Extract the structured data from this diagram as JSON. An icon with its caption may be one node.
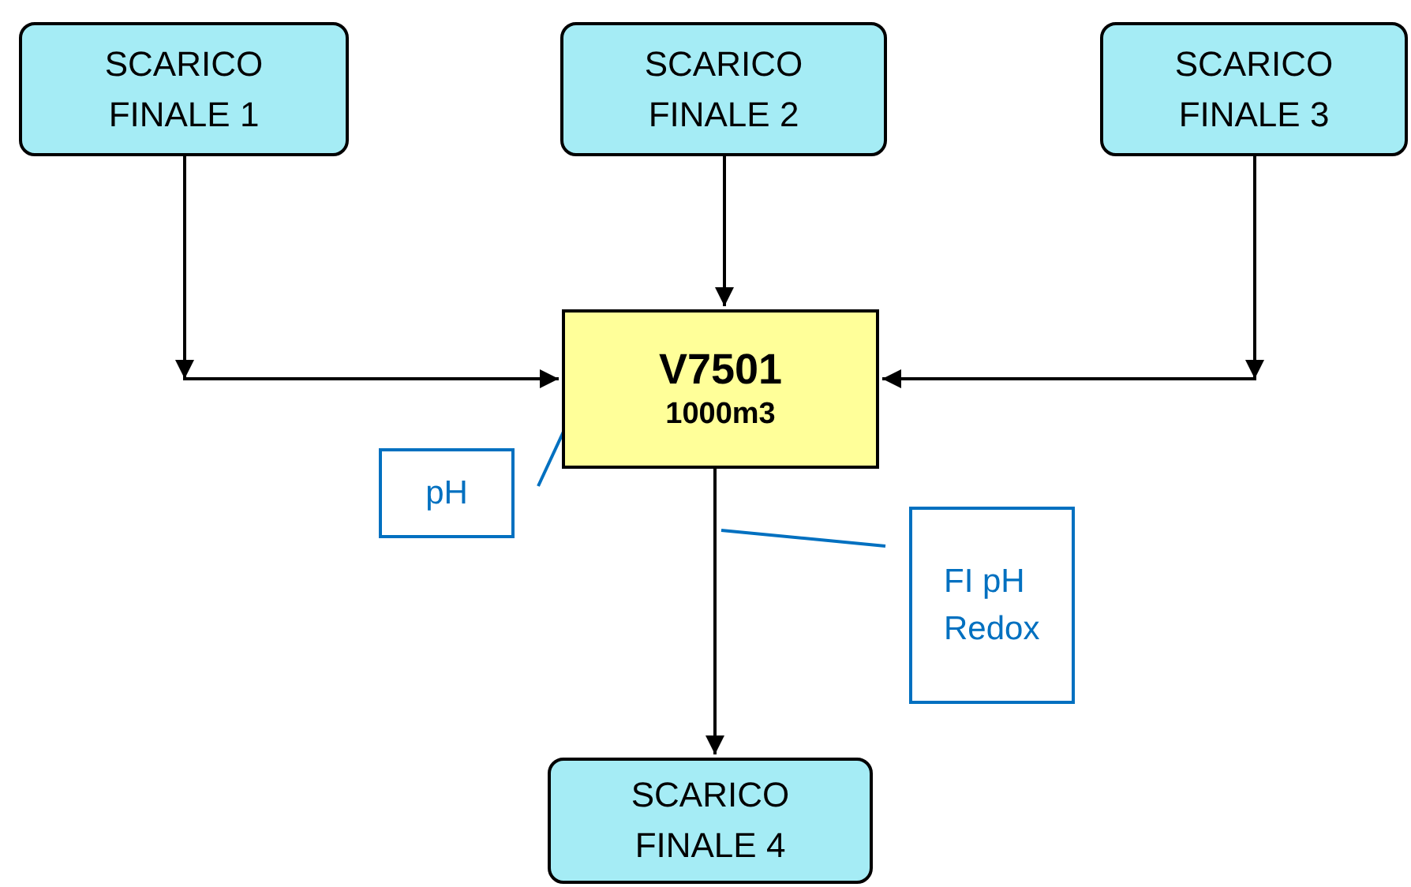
{
  "diagram": {
    "nodes": [
      {
        "text": [
          "SCARICO FINALE 1"
        ]
      },
      {
        "text": [
          "SCARICO FINALE 2"
        ]
      },
      {
        "text": [
          "SCARICO FINALE 3"
        ]
      },
      {
        "text": [
          "V7501",
          "1000m3"
        ]
      },
      {
        "text": [
          "pH"
        ]
      },
      {
        "text": [
          "FI pH Redox"
        ]
      },
      {
        "text": [
          "SCARICO FINALE 4"
        ]
      }
    ],
    "edges": [
      {
        "from": 0,
        "to": 3,
        "arrow": "to"
      },
      {
        "from": 1,
        "to": 3,
        "arrow": "to"
      },
      {
        "from": 2,
        "to": 3,
        "arrow": "to"
      },
      {
        "from": 3,
        "to": 6,
        "arrow": "to"
      },
      {
        "from": 4,
        "to": 3,
        "arrow": "none",
        "color": "#0070c0"
      },
      {
        "from": 5,
        "to": null,
        "arrow": "none",
        "color": "#0070c0"
      }
    ]
  }
}
